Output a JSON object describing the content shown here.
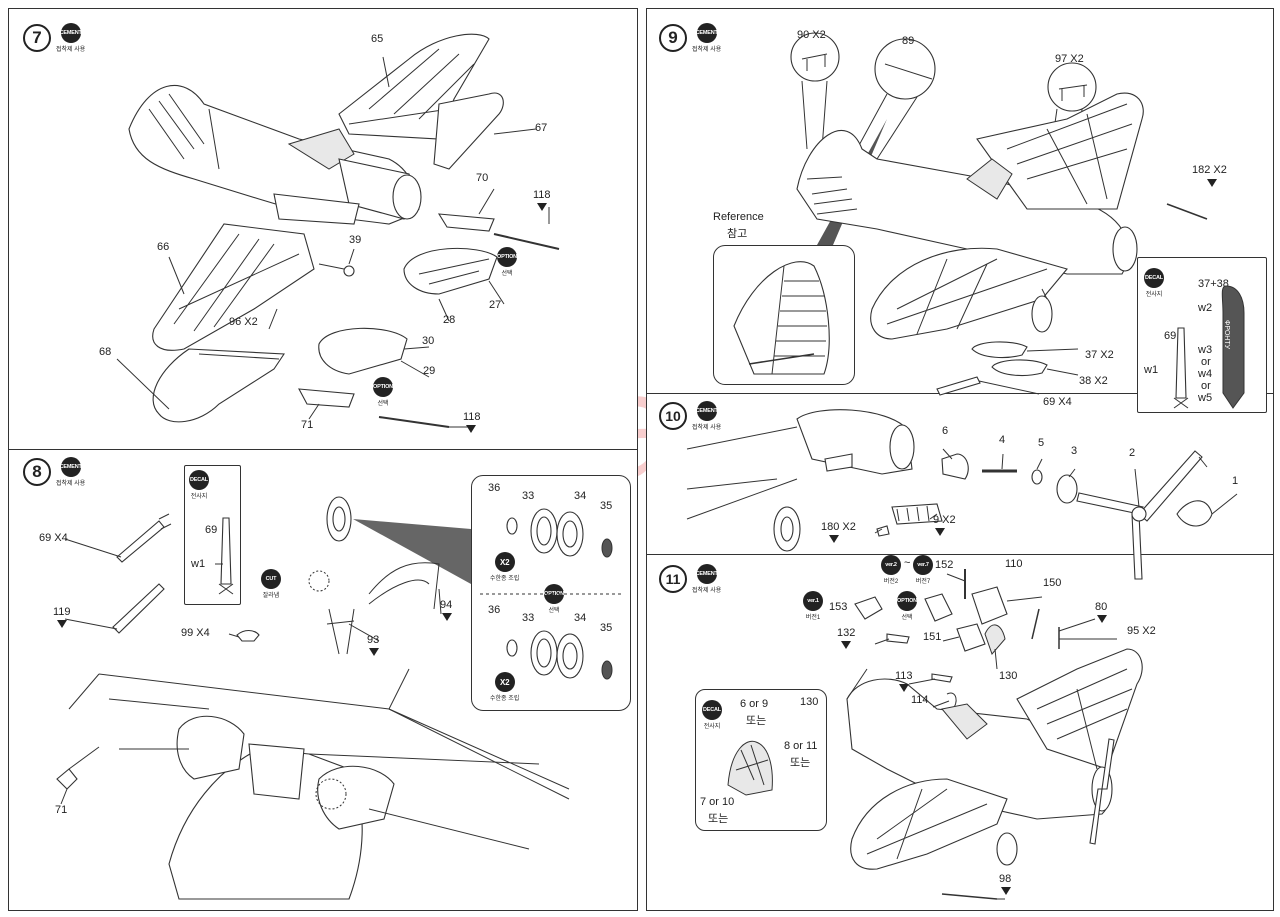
{
  "icons": {
    "cement_label": "CEMENT",
    "cement_sub": "접착제 사용",
    "option_label": "OPTION",
    "option_sub": "선택",
    "decal_label": "DECAL",
    "decal_sub": "전사지",
    "cut_label": "CUT",
    "cut_sub": "잘라냄",
    "x2_label": "X2",
    "x2_sub": "수한종 조립",
    "ver1_label": "ver.1",
    "ver1_sub": "버전1",
    "ver2_label": "ver.2",
    "ver2_sub": "버전2",
    "ver7_label": "ver.7",
    "ver7_sub": "버전7",
    "tilde": "~"
  },
  "step7": {
    "number": "7",
    "parts": {
      "p65": "65",
      "p67": "67",
      "p70": "70",
      "p118a": "118",
      "p39": "39",
      "p66": "66",
      "p27": "27",
      "p28": "28",
      "p96": "96 X2",
      "p30": "30",
      "p29": "29",
      "p68": "68",
      "p71": "71",
      "p118b": "118"
    }
  },
  "step8": {
    "number": "8",
    "parts": {
      "p69": "69 X4",
      "p119": "119",
      "p99": "99 X4",
      "p93": "93",
      "p94": "94",
      "p71": "71"
    },
    "decal_box": {
      "p69": "69",
      "w1": "w1"
    },
    "wheel_box": {
      "a36": "36",
      "a33": "33",
      "a34": "34",
      "a35": "35",
      "b36": "36",
      "b33": "33",
      "b34": "34",
      "b35": "35"
    }
  },
  "step9": {
    "number": "9",
    "parts": {
      "p90": "90 X2",
      "p89": "89",
      "p97": "97 X2",
      "p182": "182 X2",
      "p37": "37 X2",
      "p38": "38 X2",
      "p69": "69 X4"
    },
    "reference_en": "Reference",
    "reference_kr": "참고",
    "reference_part": "89",
    "decal_box": {
      "p3738": "37+38",
      "w2": "w2",
      "p69": "69",
      "w1": "w1",
      "w3": "w3",
      "or1": "or",
      "w4": "w4",
      "or2": "or",
      "w5": "w5",
      "bomb_text": "ФРОНТУ"
    }
  },
  "step10": {
    "number": "10",
    "parts": {
      "p6": "6",
      "p4": "4",
      "p5": "5",
      "p3": "3",
      "p2": "2",
      "p1": "1",
      "p180": "180 X2",
      "p9": "9 X2"
    }
  },
  "step11": {
    "number": "11",
    "parts": {
      "p153": "153",
      "p152": "152",
      "p110": "110",
      "p150": "150",
      "p80": "80",
      "p95": "95 X2",
      "p132": "132",
      "p151": "151",
      "p130": "130",
      "p113": "113",
      "p114": "114",
      "p98": "98"
    },
    "decal_box": {
      "p130": "130",
      "opt1": "6 or 9",
      "opt1_kr": "또는",
      "opt2": "8 or 11",
      "opt2_kr": "또는",
      "opt3": "7 or 10",
      "opt3_kr": "또는"
    }
  },
  "watermark": "modelartikl.cz"
}
